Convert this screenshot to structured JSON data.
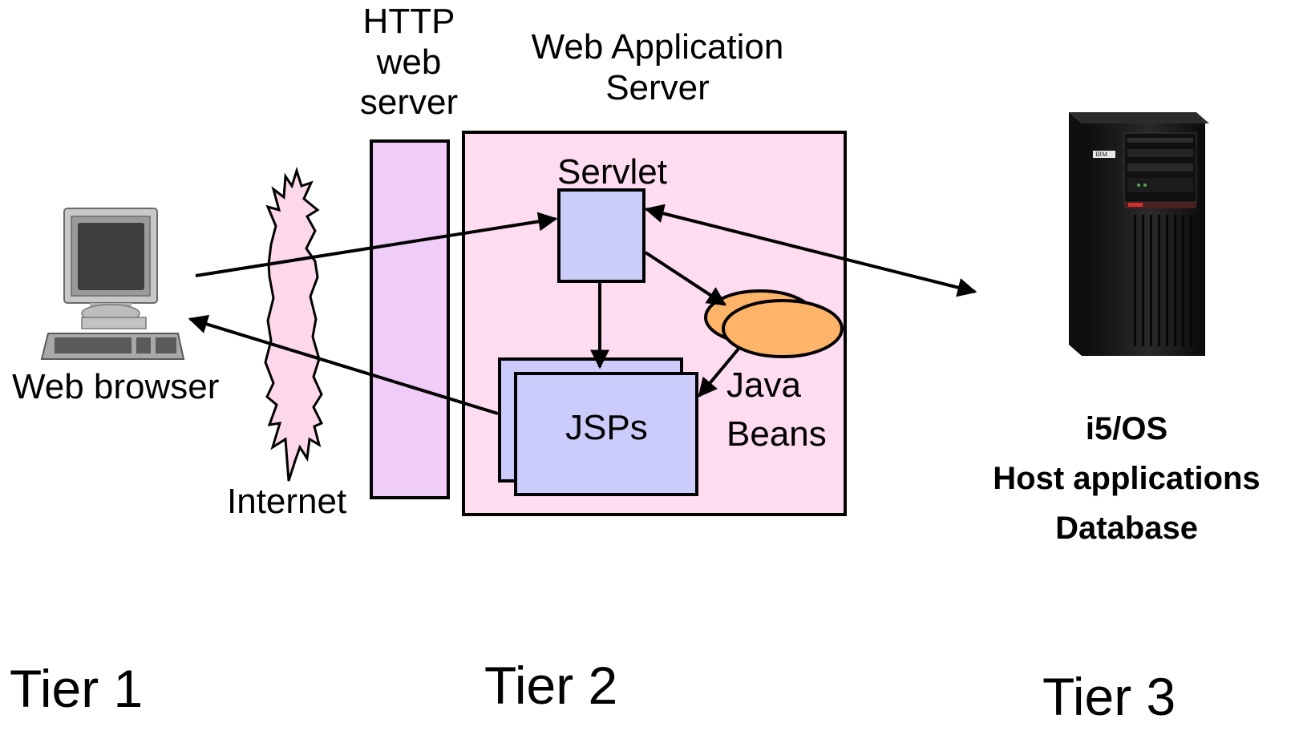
{
  "labels": {
    "http_server": [
      "HTTP",
      "web",
      "server"
    ],
    "app_server": [
      "Web Application",
      "Server"
    ],
    "servlet": "Servlet",
    "jsps": "JSPs",
    "java_beans": [
      "Java",
      "Beans"
    ],
    "web_browser": "Web browser",
    "internet": "Internet",
    "host": [
      "i5/OS",
      "Host applications",
      "Database"
    ],
    "server_brand": "IBM"
  },
  "tiers": [
    "Tier 1",
    "Tier 2",
    "Tier 3"
  ],
  "colors": {
    "http_server_fill": "#f0ccf8",
    "app_server_fill": "#ffdcf0",
    "servlet_fill": "#ccccf8",
    "jsp_fill": "#ccccfc",
    "beans_fill": "#ffb469",
    "internet_fill": "#fdd7ea",
    "server_body": "#161616",
    "stroke": "#000000"
  },
  "icons": {
    "browser": "desktop-computer-icon",
    "internet": "lightning-cloud-icon",
    "host": "tower-server-icon"
  }
}
